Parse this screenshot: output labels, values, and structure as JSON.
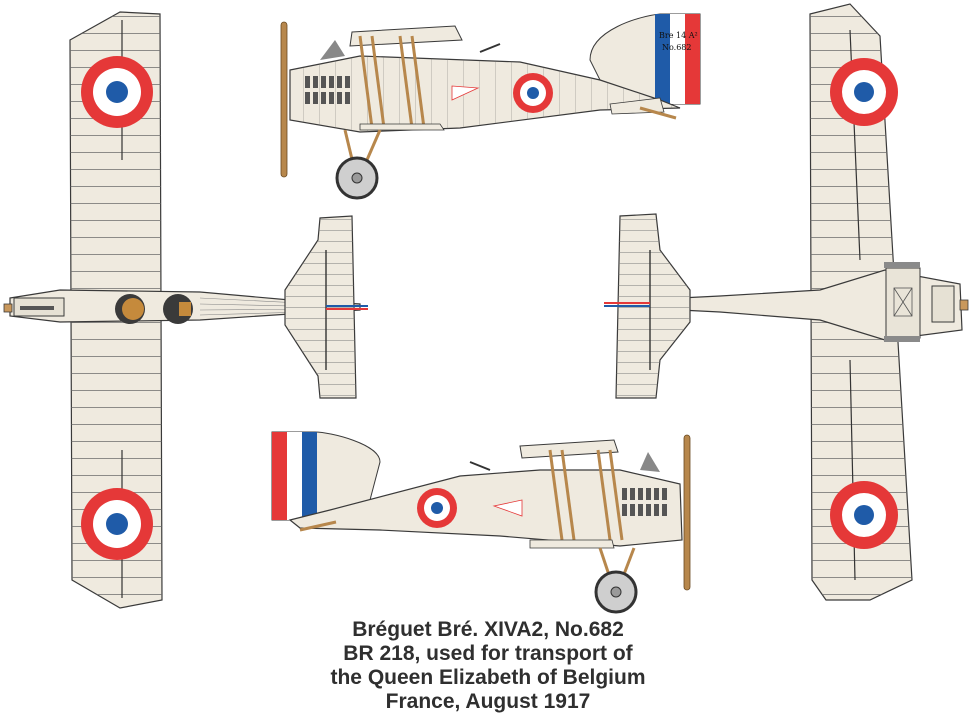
{
  "caption": {
    "line1": "Bréguet Bré. XIVA2, No.682",
    "line2": "BR 218, used for transport of",
    "line3": "the Queen Elizabeth of Belgium",
    "line4": "France, August 1917"
  },
  "tail_markings": {
    "type": "Bre 14 A²",
    "serial": "No.682"
  },
  "colors": {
    "airframe": "#efeadf",
    "roundel_red": "#e53838",
    "roundel_blue": "#1f5ba8",
    "roundel_white": "#ffffff",
    "outline": "#3a3a3a",
    "strut_wood": "#b7874c",
    "metal_grey": "#9a9a9a",
    "caption_text": "#2f2f2f"
  }
}
